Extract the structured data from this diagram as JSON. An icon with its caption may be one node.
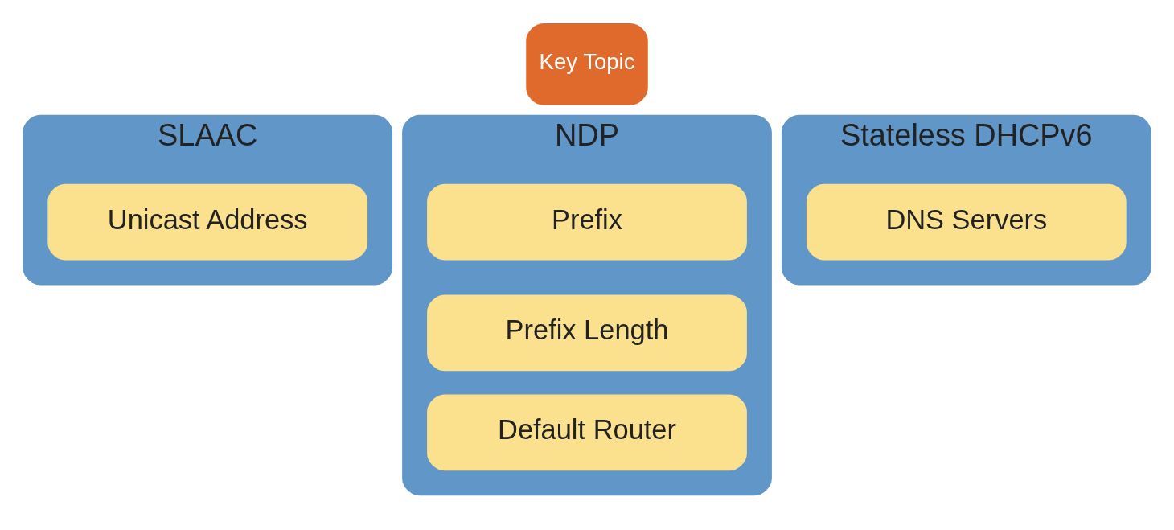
{
  "diagram": {
    "nodes": [
      {
        "text": [
          "Key Topic"
        ]
      },
      {
        "text": [
          "SLAAC"
        ]
      },
      {
        "text": [
          "Unicast Address"
        ],
        "in": 1
      },
      {
        "text": [
          "NDP"
        ]
      },
      {
        "text": [
          "Prefix"
        ],
        "in": 3
      },
      {
        "text": [
          "Prefix Length"
        ],
        "in": 3
      },
      {
        "text": [
          "Default Router"
        ],
        "in": 3
      },
      {
        "text": [
          "Stateless DHCPv6"
        ]
      },
      {
        "text": [
          "DNS Servers"
        ],
        "in": 7
      }
    ],
    "edges": []
  }
}
